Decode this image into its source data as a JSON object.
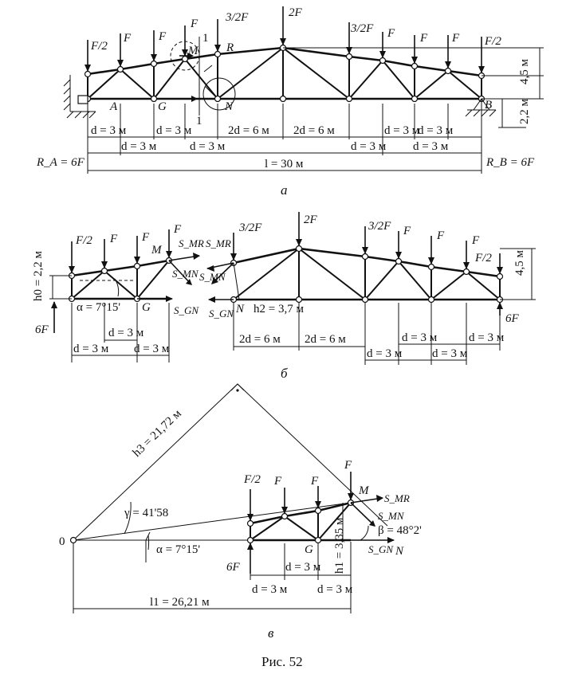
{
  "figure": {
    "caption": "Рис. 52",
    "panel_a": "а",
    "panel_b": "б",
    "panel_c": "в"
  },
  "loads": {
    "F_half": "F/2",
    "F": "F",
    "F_three_half": "3/2F",
    "F_two": "2F",
    "F_six": "6F"
  },
  "nodes": {
    "A": "A",
    "B": "B",
    "G": "G",
    "M": "M",
    "N": "N",
    "R": "R",
    "O": "0",
    "section": "1"
  },
  "forces": {
    "S_MR": "S_MR",
    "S_MN": "S_MN",
    "S_GN": "S_GN"
  },
  "reactions": {
    "RA": "R_A = 6F",
    "RB": "R_B = 6F"
  },
  "dims": {
    "d3": "d = 3 м",
    "d6": "2d = 6 м",
    "span": "l = 30 м",
    "h45": "4,5 м",
    "h22": "2,2 м",
    "h0": "h0 = 2,2 м",
    "h2": "h2 = 3,7 м",
    "h3": "h3 = 21,72 м",
    "h1": "h1 = 3,35 м",
    "l1": "l1 = 26,21 м",
    "alpha": "α = 7°15'",
    "gamma": "γ = 41'58",
    "beta": "β = 48°2'"
  }
}
